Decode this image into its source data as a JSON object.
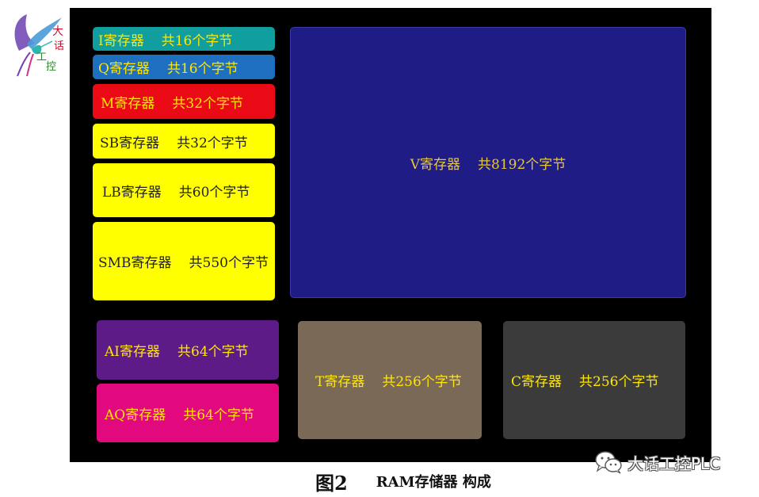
{
  "logo": {
    "chars": [
      "大",
      "话",
      "工",
      "控"
    ]
  },
  "blocks": {
    "I": {
      "name": "I寄存器",
      "size": "共16个字节"
    },
    "Q": {
      "name": "Q寄存器",
      "size": "共16个字节"
    },
    "M": {
      "name": "M寄存器",
      "size": "共32个字节"
    },
    "SB": {
      "name": "SB寄存器",
      "size": "共32个字节"
    },
    "LB": {
      "name": "LB寄存器",
      "size": "共60个字节"
    },
    "SMB": {
      "name": "SMB寄存器",
      "size": "共550个字节"
    },
    "V": {
      "name": "V寄存器",
      "size": "共8192个字节"
    },
    "AI": {
      "name": "AI寄存器",
      "size": "共64个字节"
    },
    "AQ": {
      "name": "AQ寄存器",
      "size": "共64个字节"
    },
    "T": {
      "name": "T寄存器",
      "size": "共256个字节"
    },
    "C": {
      "name": "C寄存器",
      "size": "共256个字节"
    }
  },
  "colors": {
    "I": "#109e9e",
    "Q": "#1f6fc0",
    "M": "#ea0a15",
    "SB": "#ffff00",
    "LB": "#ffff00",
    "SMB": "#ffff00",
    "V": "#1f1c86",
    "AI": "#5c1b87",
    "AQ": "#e2097f",
    "T": "#7a6956",
    "C": "#3b3b3b",
    "board": "#000000",
    "label_yellow": "#ffe600"
  },
  "caption": {
    "figure": "图2",
    "title": "RAM存储器 构成"
  },
  "watermark": {
    "icon": "wechat-icon",
    "text": "大话工控PLC"
  }
}
